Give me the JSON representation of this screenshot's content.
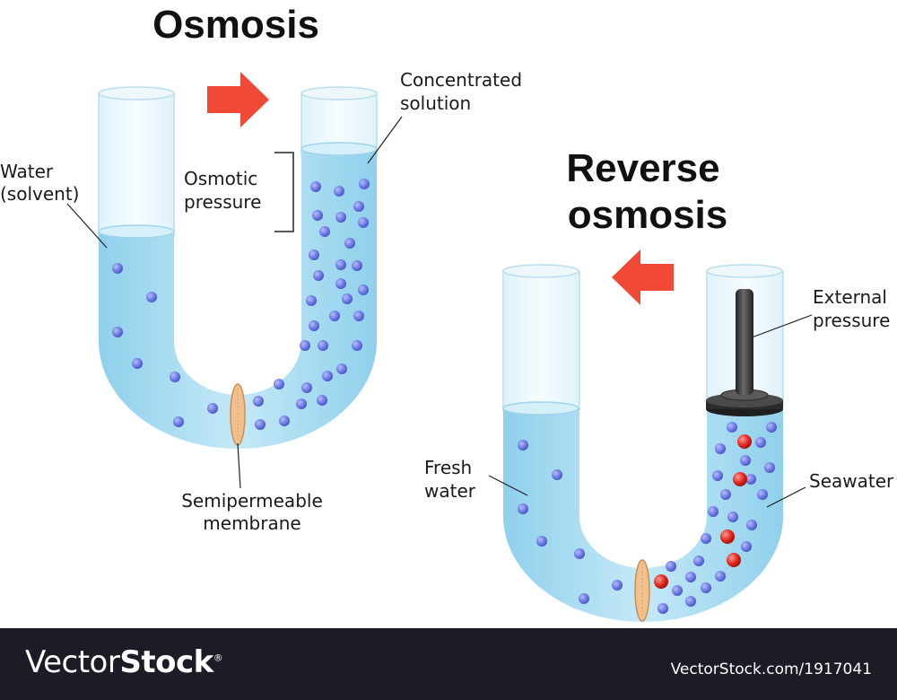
{
  "osmosis": {
    "title": "Osmosis",
    "labels": {
      "water_line1": "Water",
      "water_line2": "(solvent)",
      "osmotic_line1": "Osmotic",
      "osmotic_line2": "pressure",
      "concentrated_line1": "Concentrated",
      "concentrated_line2": "solution",
      "membrane_line1": "Semipermeable",
      "membrane_line2": "membrane"
    },
    "arrow_direction": "right"
  },
  "reverse_osmosis": {
    "title_line1": "Reverse",
    "title_line2": "osmosis",
    "labels": {
      "external_line1": "External",
      "external_line2": "pressure",
      "fresh_line1": "Fresh",
      "fresh_line2": "water",
      "seawater": "Seawater"
    },
    "arrow_direction": "left"
  },
  "footer": {
    "brand_regular": "Vector",
    "brand_bold": "Stock",
    "brand_mark": "®",
    "stock_id": "VectorStock.com/1917041"
  },
  "colors": {
    "water": "#a9dcf0",
    "water_dark": "#7cc3e3",
    "molecule": "#6d79e6",
    "salt": "#d8231c",
    "arrow": "#f04a37",
    "membrane": "#f2c08d",
    "piston": "#3a3a3a"
  }
}
